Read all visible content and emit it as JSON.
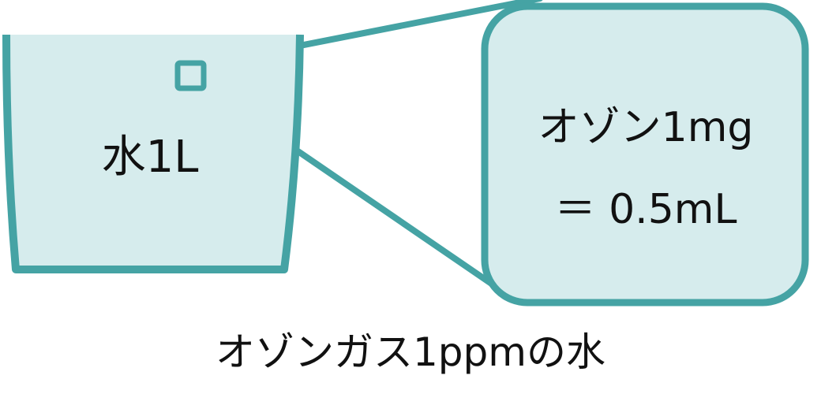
{
  "cup": {
    "label": "水1L"
  },
  "zoom_box": {
    "line_1": "オゾン1mg",
    "line_2": "＝ 0.5mL"
  },
  "caption": "オゾンガス1ppmの水",
  "colors": {
    "stroke": "#45a3a4",
    "fill": "#d6eced",
    "text": "#111111",
    "background": "#ffffff"
  }
}
